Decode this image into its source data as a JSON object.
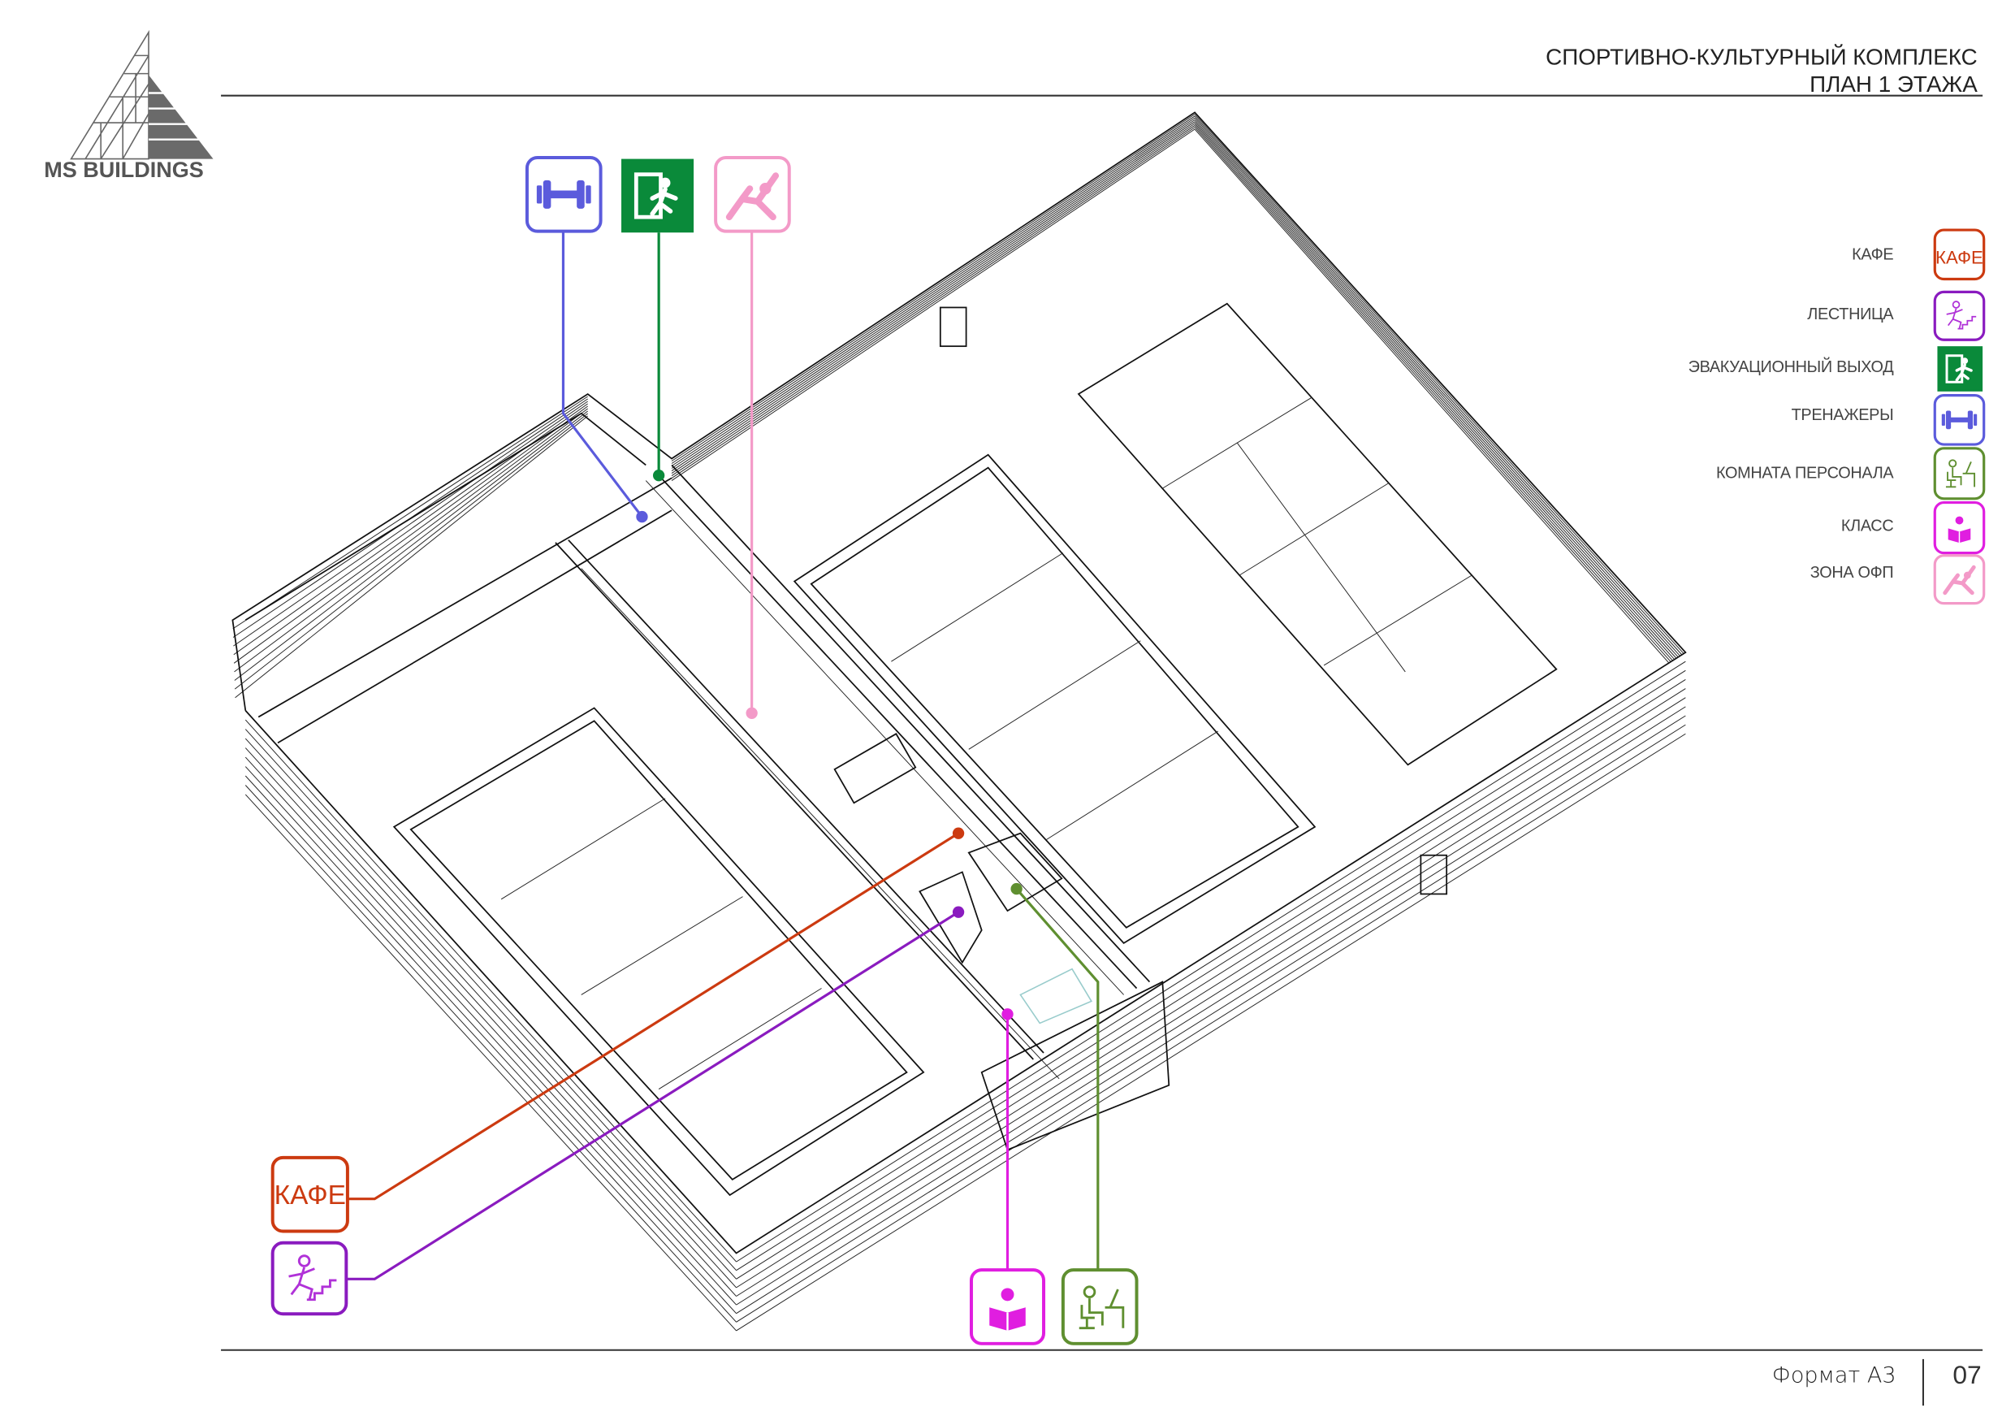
{
  "header": {
    "title_line1": "СПОРТИВНО-КУЛЬТУРНЫЙ КОМПЛЕКС",
    "title_line2": "ПЛАН 1 ЭТАЖА"
  },
  "logo": {
    "text": "MS BUILDINGS"
  },
  "legend": [
    {
      "label": "КАФЕ",
      "icon": "cafe-icon",
      "icon_text": "КАФЕ",
      "color": "#cc3a10"
    },
    {
      "label": "ЛЕСТНИЦА",
      "icon": "stairs-icon",
      "color": "#8a1bbf"
    },
    {
      "label": "ЭВАКУАЦИОННЫЙ ВЫХОД",
      "icon": "emergency-exit-icon",
      "color": "#0a8a3a"
    },
    {
      "label": "ТРЕНАЖЕРЫ",
      "icon": "dumbbell-icon",
      "color": "#5b5bdc"
    },
    {
      "label": "КОМНАТА ПЕРСОНАЛА",
      "icon": "staff-room-icon",
      "color": "#5f8f30"
    },
    {
      "label": "КЛАСС",
      "icon": "classroom-icon",
      "color": "#e01ee0"
    },
    {
      "label": "ЗОНА  ОФП",
      "icon": "fitness-zone-icon",
      "color": "#f39ac8"
    }
  ],
  "callouts": {
    "cafe_text": "КАФЕ"
  },
  "footer": {
    "format": "Формат А3",
    "page_number": "07"
  }
}
